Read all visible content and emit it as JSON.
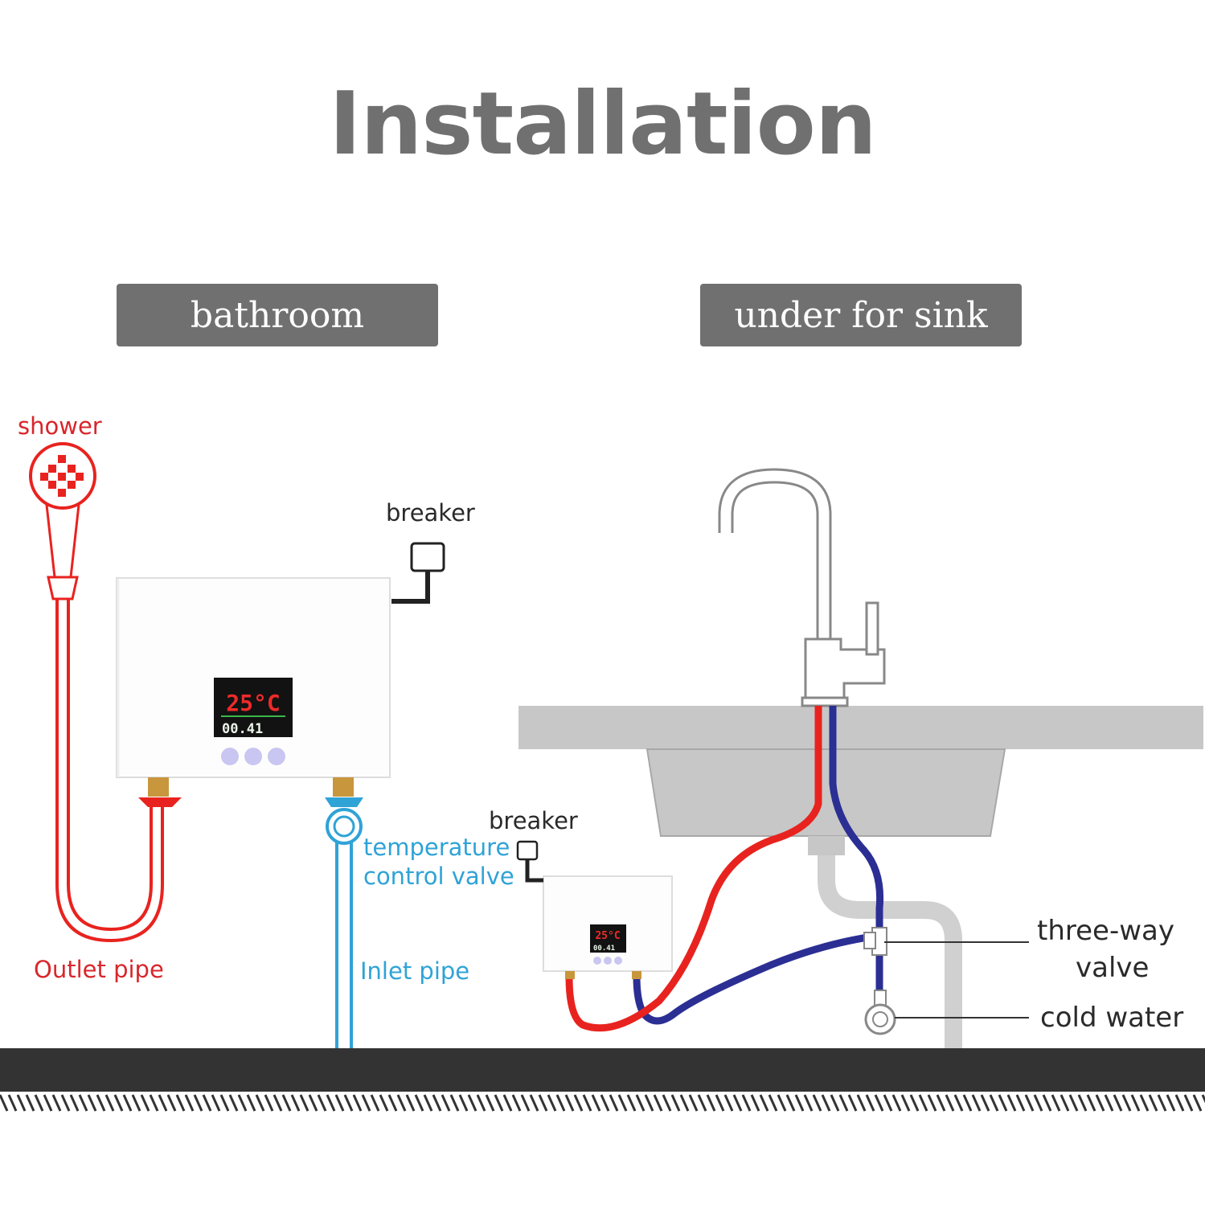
{
  "title": "Installation",
  "sections": {
    "bathroom": "bathroom",
    "sink": "under for sink"
  },
  "labels": {
    "shower": "shower",
    "breaker_1": "breaker",
    "outlet_pipe": "Outlet pipe",
    "inlet_pipe": "Inlet pipe",
    "temp_valve_1": "temperature",
    "temp_valve_2": "control valve",
    "breaker_2": "breaker",
    "three_way_1": "three-way",
    "three_way_2": "valve",
    "cold_water": "cold water"
  },
  "display": {
    "temperature": "25°C",
    "flow": "00.41"
  },
  "colors": {
    "hot_pipe": "#e8231f",
    "cold_pipe": "#2b2f93",
    "inlet": "#2fa3d6",
    "gray": "#707070"
  }
}
